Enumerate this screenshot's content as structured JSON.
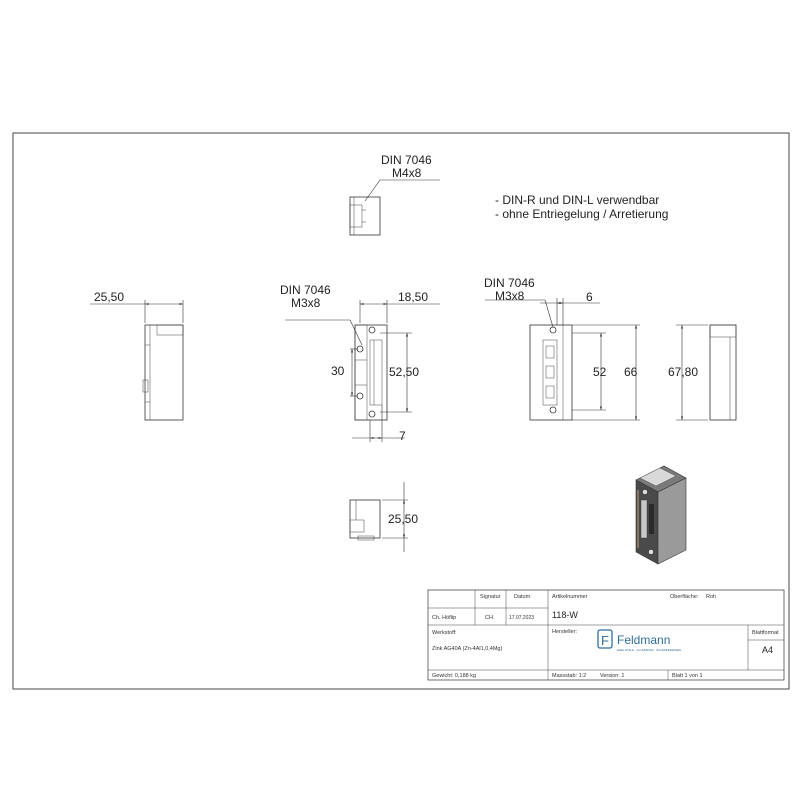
{
  "notes": {
    "line1": "- DIN-R und DIN-L verwendbar",
    "line2": "- ohne Entriegelung / Arretierung"
  },
  "callouts": {
    "top_view": {
      "std": "DIN 7046",
      "screw": "M4x8"
    },
    "front_view": {
      "std": "DIN 7046",
      "screw": "M3x8"
    },
    "side_view": {
      "std": "DIN 7046",
      "screw": "M3x8"
    }
  },
  "dimensions": {
    "left_width": "25,50",
    "front_top": "18,50",
    "front_left_height": "30",
    "front_right_height": "52,50",
    "front_bottom": "7",
    "side_top": "6",
    "side_inner_height": "52",
    "side_outer_height": "66",
    "right_height": "67,80",
    "bottom_view_height": "25,50"
  },
  "title_block": {
    "name": "Ch. Höflip",
    "signature": "CH",
    "date": "17.07.2023",
    "col_signatur": "Signatur",
    "col_datum": "Datum",
    "article_label": "Artikelnummer",
    "article_number": "118-W",
    "surface_label": "Oberfläche:",
    "surface_value": "Roh",
    "material_label": "Werkstoff:",
    "material_value": "Zink AG40A (Zn-4Al1,0,4Mg)",
    "manufacturer_label": "Hersteller:",
    "brand": "Feldmann",
    "brand_tagline": "EDELSTAHL · ALUMINIUM · SCHMIEDEEISEN",
    "sheet_format_label": "Blattformat",
    "sheet_format": "A4",
    "weight": "Gewicht: 0,188 kg",
    "scale": "Massstab: 1:2",
    "version": "Version: 1",
    "sheet": "Blatt 1 von 1"
  }
}
